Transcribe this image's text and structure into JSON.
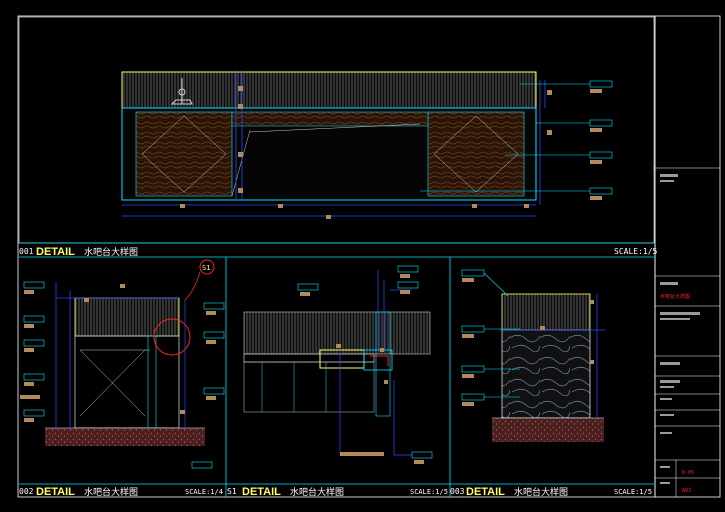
{
  "colors": {
    "frame": "#ffffff",
    "cyan": "#00e5ff",
    "blue": "#2a4bff",
    "yellow": "#ffff66",
    "wood": "#3a1f10",
    "tag": "#b48a5a",
    "red": "#ff2020",
    "stone": "#1a1a1a"
  },
  "main": {
    "number": "001",
    "detail": "DETAIL",
    "title": "水吧台大样图",
    "scale": "SCALE:1/5"
  },
  "panels": [
    {
      "number": "002",
      "detail": "DETAIL",
      "title": "水吧台大样图",
      "scale": "SCALE:1/4"
    },
    {
      "number": "S1",
      "detail": "DETAIL",
      "title": "水吧台大样图",
      "scale": "SCALE:1/5"
    },
    {
      "number": "003",
      "detail": "DETAIL",
      "title": "水吧台大样图",
      "scale": "SCALE:1/5"
    }
  ],
  "section_marker": "S1",
  "title_block": {
    "red_label": "水吧台大样图",
    "small_red_1": "D-05",
    "small_red_2": "A03"
  }
}
